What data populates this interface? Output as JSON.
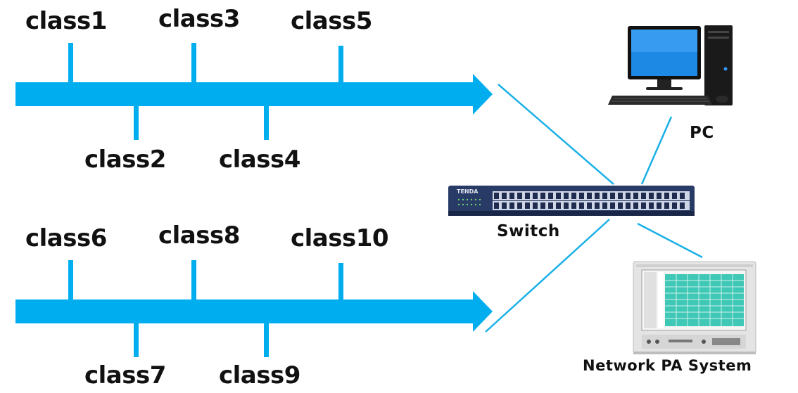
{
  "classes_top": [
    "class1",
    "class2",
    "class3",
    "class4",
    "class5"
  ],
  "classes_bottom": [
    "class6",
    "class7",
    "class8",
    "class9",
    "class10"
  ],
  "devices": {
    "pc": "PC",
    "switch": "Switch",
    "pa": "Network PA System",
    "switch_brand": "TENDA"
  },
  "colors": {
    "bus": "#00aeef",
    "link": "#1ab0e6",
    "switch_body": "#283a66",
    "pa_screen": "#3fc8b6"
  },
  "icons": {
    "pc": "desktop-computer-icon",
    "switch": "network-switch-icon",
    "pa": "pa-system-console-icon"
  }
}
